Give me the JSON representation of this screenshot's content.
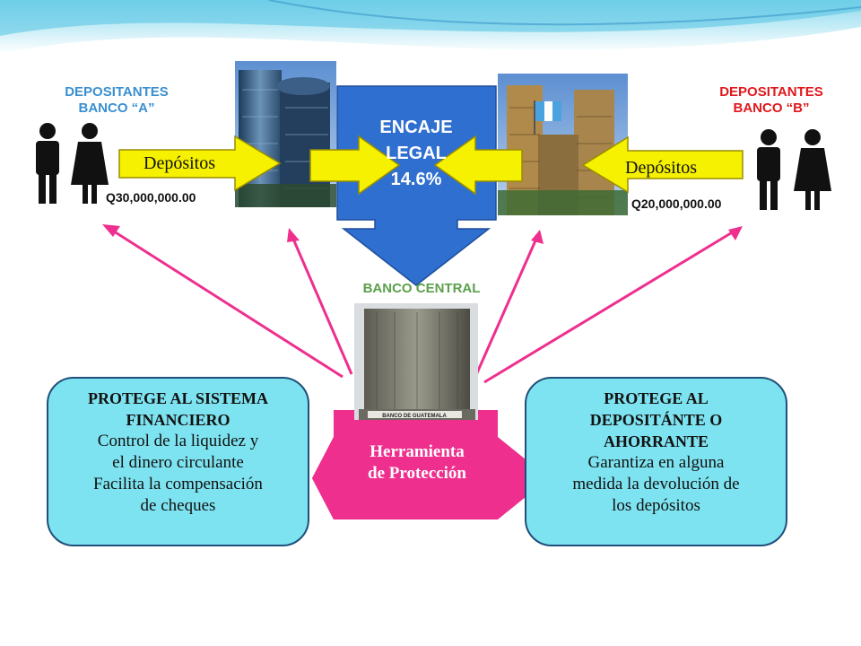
{
  "depositantes_a": {
    "title_line1": "DEPOSITANTES",
    "title_line2": "BANCO “A”",
    "amount": "Q30,000,000.00",
    "arrow_label": "Depósitos"
  },
  "depositantes_b": {
    "title_line1": "DEPOSITANTES",
    "title_line2": "BANCO “B”",
    "amount": "Q20,000,000.00",
    "arrow_label": "Depósitos"
  },
  "encaje": {
    "line1": "ENCAJE",
    "line2": "LEGAL",
    "line3": "14.6%"
  },
  "banco_central": {
    "title": "BANCO CENTRAL",
    "building_sign": "BANCO DE GUATEMALA"
  },
  "herramienta": {
    "line1": "Herramienta",
    "line2": "de Protección"
  },
  "left_box": {
    "heading_line1": "PROTEGE AL SISTEMA",
    "heading_line2": "FINANCIERO",
    "body_line1": "Control de la liquidez y",
    "body_line2": "el dinero circulante",
    "body_line3": "Facilita la compensación",
    "body_line4": "de cheques"
  },
  "right_box": {
    "heading_line1": "PROTEGE AL",
    "heading_line2": "DEPOSITÁNTE O",
    "heading_line3": "AHORRANTE",
    "body_line1": "Garantiza en alguna",
    "body_line2": "medida la devolución de",
    "body_line3": "los depósitos"
  },
  "colors": {
    "encaje_blue": "#2f6fd0",
    "arrow_yellow": "#f5f100",
    "pink": "#ee2f8e",
    "bubble_cyan": "#7ee3f0",
    "title_a": "#3a8fd0",
    "title_b": "#e0181c",
    "banco_central_green": "#5aa04a"
  }
}
